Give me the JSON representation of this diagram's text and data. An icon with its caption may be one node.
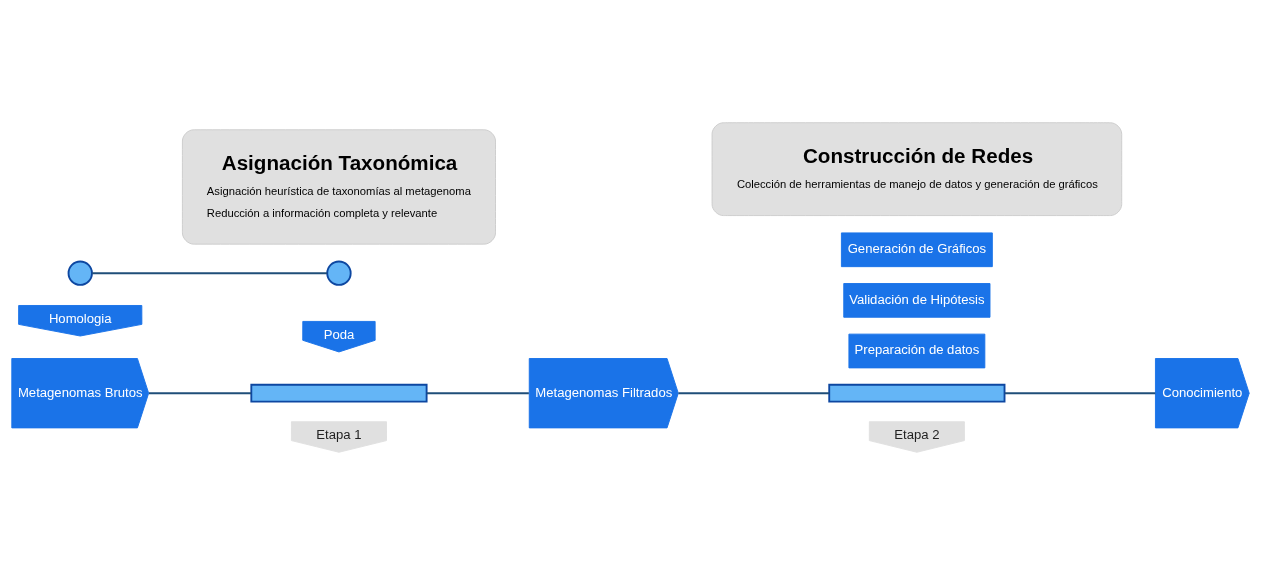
{
  "diagram": {
    "nodes": [
      {
        "text": [
          "Etapa 1"
        ]
      },
      {
        "text": [
          "Etapa 2"
        ]
      },
      {
        "text": [
          "Metagenomas Brutos"
        ]
      },
      {
        "text": [
          "Homologia"
        ]
      },
      {
        "text": [
          "Poda"
        ]
      },
      {
        "text": [],
        "shape": "circle"
      },
      {
        "text": [],
        "shape": "circle"
      },
      {
        "text": [],
        "shape": "bar"
      },
      {
        "text": [
          "Metagenomas Filtrados"
        ]
      },
      {
        "text": [
          "Preparación de datos"
        ]
      },
      {
        "text": [
          "Validación de Hipótesis"
        ]
      },
      {
        "text": [
          "Generación de Gráficos"
        ]
      },
      {
        "text": [],
        "shape": "bar"
      },
      {
        "text": [
          "Conocimiento"
        ]
      },
      {
        "text": [
          "Asignación Taxonómica",
          "Asignación heurística de taxonomías al metagenoma",
          "Reducción a información completa y relevante"
        ]
      },
      {
        "text": [
          "Construcción de Redes",
          "Colección de herramientas de manejo de datos y generación de gráficos"
        ]
      }
    ],
    "edges": [
      {
        "from": 2,
        "to": 7,
        "arrow": "none"
      },
      {
        "from": 5,
        "to": 6,
        "arrow": "none"
      },
      {
        "from": 7,
        "to": 8,
        "arrow": "none"
      },
      {
        "from": 8,
        "to": 12,
        "arrow": "none"
      },
      {
        "from": 12,
        "to": 13,
        "arrow": "none"
      }
    ]
  }
}
